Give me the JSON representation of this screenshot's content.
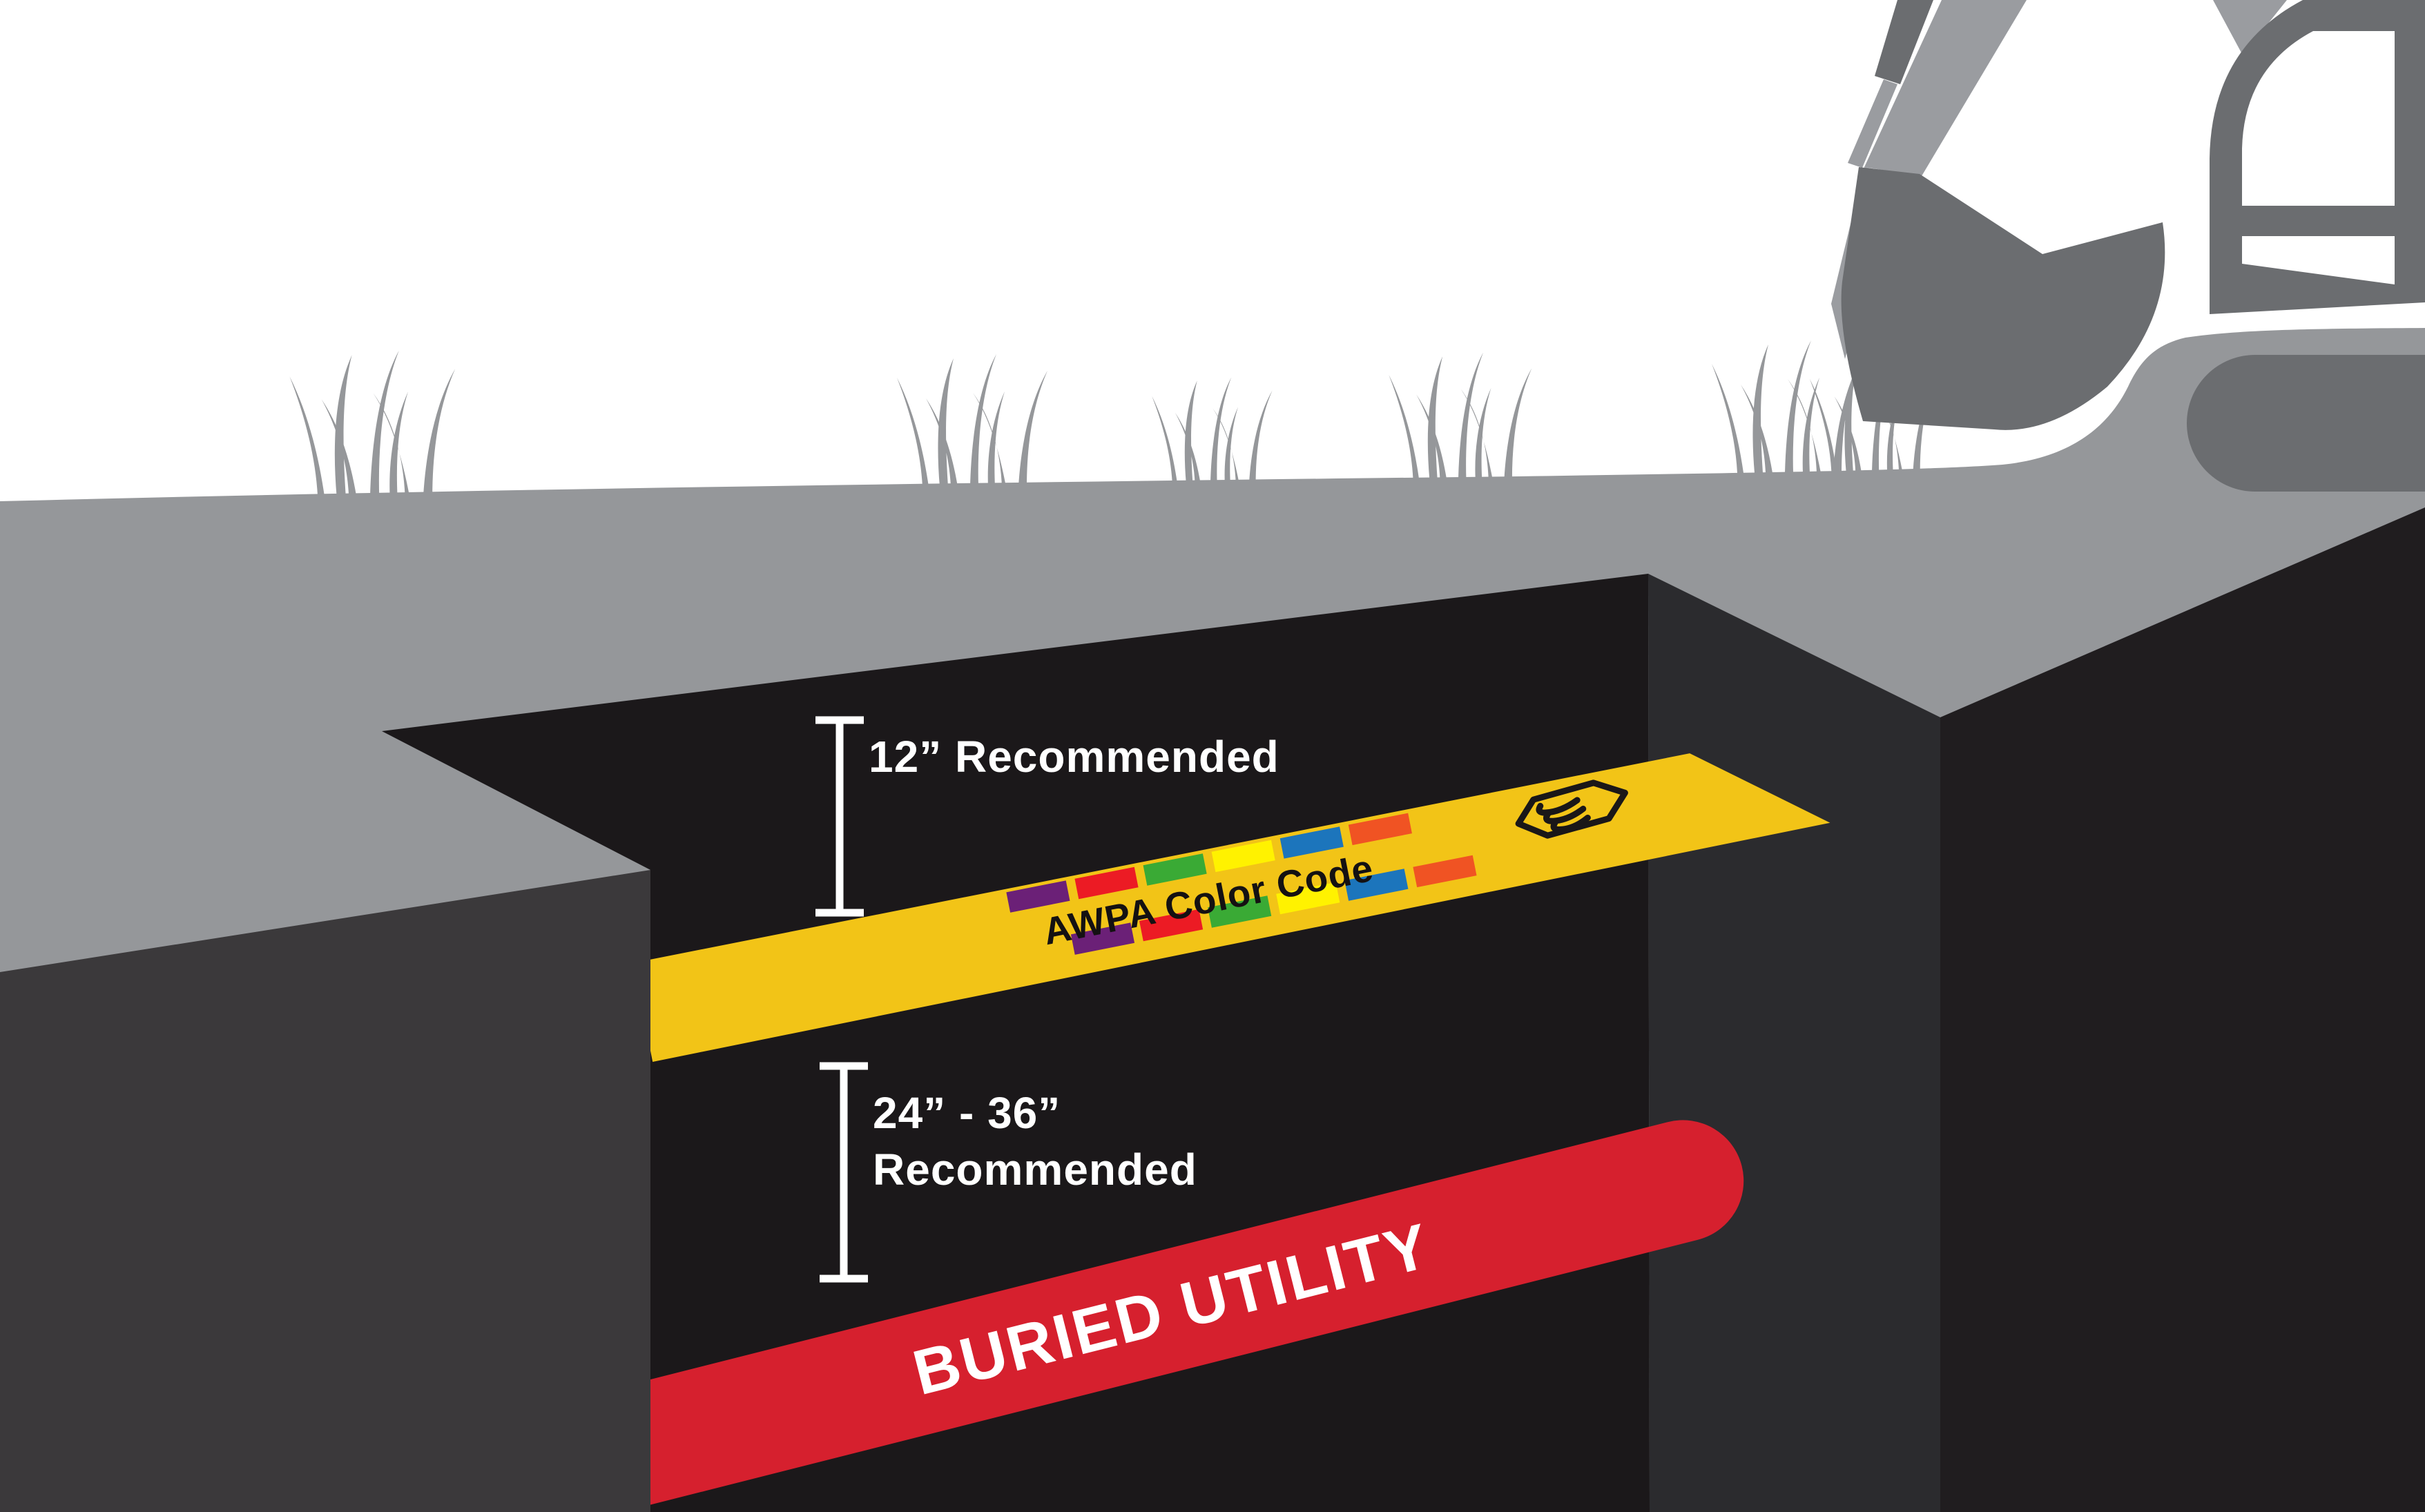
{
  "diagram": {
    "description": "Buried utility depth illustration: excavator above a trench cross-section with underground warning tape and buried utility pipe",
    "labels": {
      "top_depth": "12” Recommended",
      "bottom_depth_line1": "24” - 36”",
      "bottom_depth_line2": "Recommended",
      "pipe_label": "BURIED UTILITY",
      "tape_label": "AWPA Color Code"
    },
    "measurements": [
      {
        "from": "ground surface",
        "to": "warning tape",
        "value": "12”",
        "note": "Recommended"
      },
      {
        "from": "warning tape",
        "to": "buried utility",
        "value": "24” - 36”",
        "note": "Recommended"
      }
    ],
    "tape": {
      "label": "AWPA Color Code",
      "band_color": "#F2C417",
      "chip_colors": [
        "#6B2077",
        "#EC1B24",
        "#3AAA35",
        "#FFF200",
        "#1C75BC",
        "#F05323"
      ],
      "chip_rows": 2,
      "logo": "hexagon-waves-icon"
    },
    "pipe": {
      "label": "BURIED UTILITY",
      "color": "#D6202E"
    },
    "colors": {
      "sky": "#FFFFFF",
      "ground": "#95979A",
      "trench_front_wall": "#3B393B",
      "trench_back_wall": "#1B181A",
      "trench_right_wall": "#2B2B2E",
      "trench_far_right_wall": "#201D1F",
      "excavator_light": "#9A9CA0",
      "excavator_dark": "#6B6D70",
      "label_text": "#FFFFFF",
      "tape_text": "#141112"
    }
  }
}
